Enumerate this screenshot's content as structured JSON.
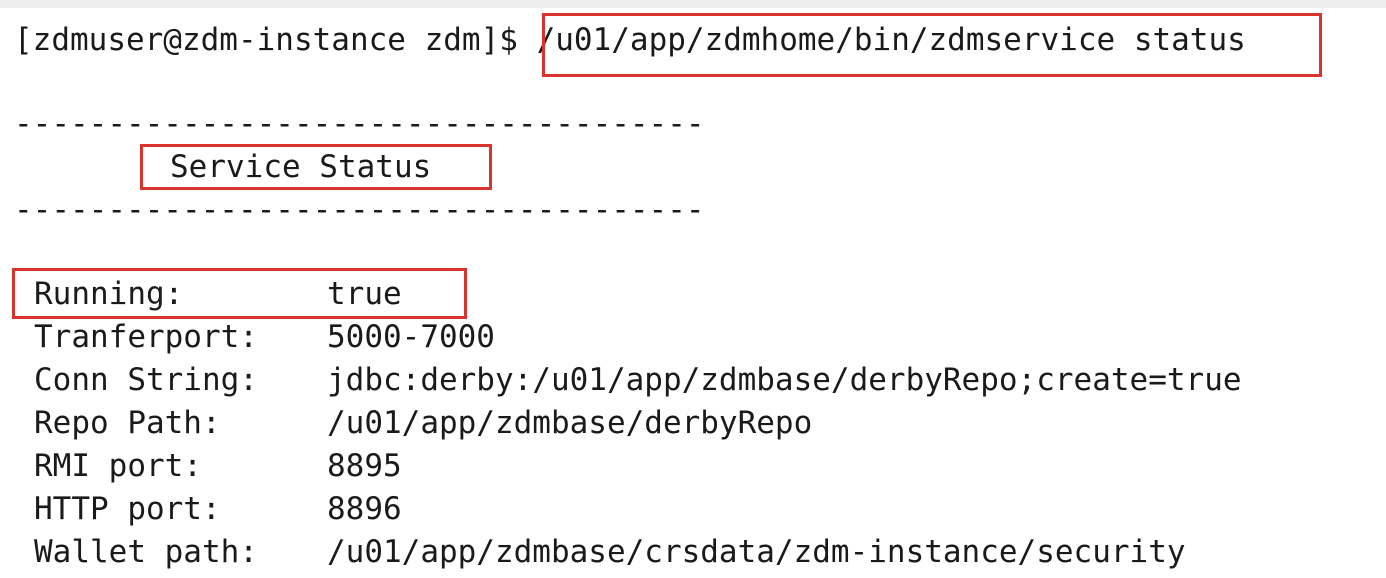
{
  "terminal": {
    "prompt": "[zdmuser@zdm-instance zdm]$",
    "command": " /u01/app/zdmhome/bin/zdmservice status",
    "separator_top": "-------------------------------------",
    "status_heading": "Service Status",
    "separator_bottom": "-------------------------------------",
    "rows": [
      {
        "key": "Running:",
        "value": "true"
      },
      {
        "key": "Tranferport:",
        "value": "5000-7000"
      },
      {
        "key": "Conn String:",
        "value": "jdbc:derby:/u01/app/zdmbase/derbyRepo;create=true"
      },
      {
        "key": "Repo Path:",
        "value": "/u01/app/zdmbase/derbyRepo"
      },
      {
        "key": "RMI port:",
        "value": "8895"
      },
      {
        "key": "HTTP port:",
        "value": "8896"
      },
      {
        "key": "Wallet path:",
        "value": "/u01/app/zdmbase/crsdata/zdm-instance/security"
      }
    ]
  },
  "colors": {
    "text": "#1a1a1a",
    "highlight": "#d9342b",
    "background": "#ffffff"
  }
}
